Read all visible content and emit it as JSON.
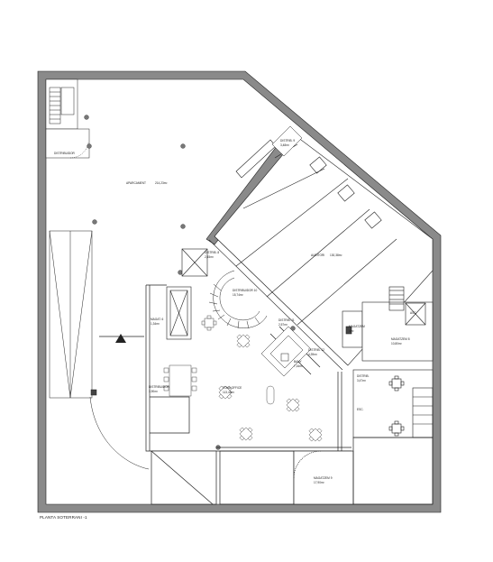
{
  "plan_title": "PLANTA SOTERRANI -1",
  "rooms": {
    "parking": {
      "name": "APARCAMENT",
      "area": "214,23m²"
    },
    "auditori": {
      "name": "AUDITORI",
      "area": "130,38m²"
    },
    "distrib_top": {
      "name": "DISTRIB. 9",
      "area": "3,48m²"
    },
    "distrib_stair": {
      "name": "DISTRIB. 8",
      "area": "2,45m²"
    },
    "distribuidor_center": {
      "name": "DISTRIBUIDOR 10",
      "area": "15,74m²"
    },
    "distrib_mid": {
      "name": "DISTRIB. 11",
      "area": "2,57m²"
    },
    "distrib_mid2": {
      "name": "DISTRIB. 12",
      "area": "4,39m²"
    },
    "bany": {
      "name": "BANY",
      "area": "7,34m²"
    },
    "magatzem_small": {
      "name": "MAGATZEM",
      "area": "4m²"
    },
    "magatzem_8": {
      "name": "MAGATZEM 8",
      "area": "10,80m²"
    },
    "zona_office": {
      "name": "ZONA OFFICE",
      "area": "113,48m²"
    },
    "distribuidor_left": {
      "name": "DISTRIBUIDOR",
      "area": "3,90m²"
    },
    "magatzem_left": {
      "name": "MAGAT. 6",
      "area": "1,34m²"
    },
    "distrib_right": {
      "name": "DISTRIB.",
      "area": "3,47m²"
    },
    "magatzem_9": {
      "name": "MAGATZEM 9",
      "area": "17,90m²"
    },
    "ascensor": {
      "name": "ASC.",
      "area": ""
    },
    "escala": {
      "name": "ESC.",
      "area": ""
    },
    "distribuidor_tl": {
      "name": "DISTRIBUIDOR",
      "area": ""
    }
  },
  "colors": {
    "wall_fill": "#8a8a8a",
    "line": "#222222",
    "background": "#ffffff"
  }
}
